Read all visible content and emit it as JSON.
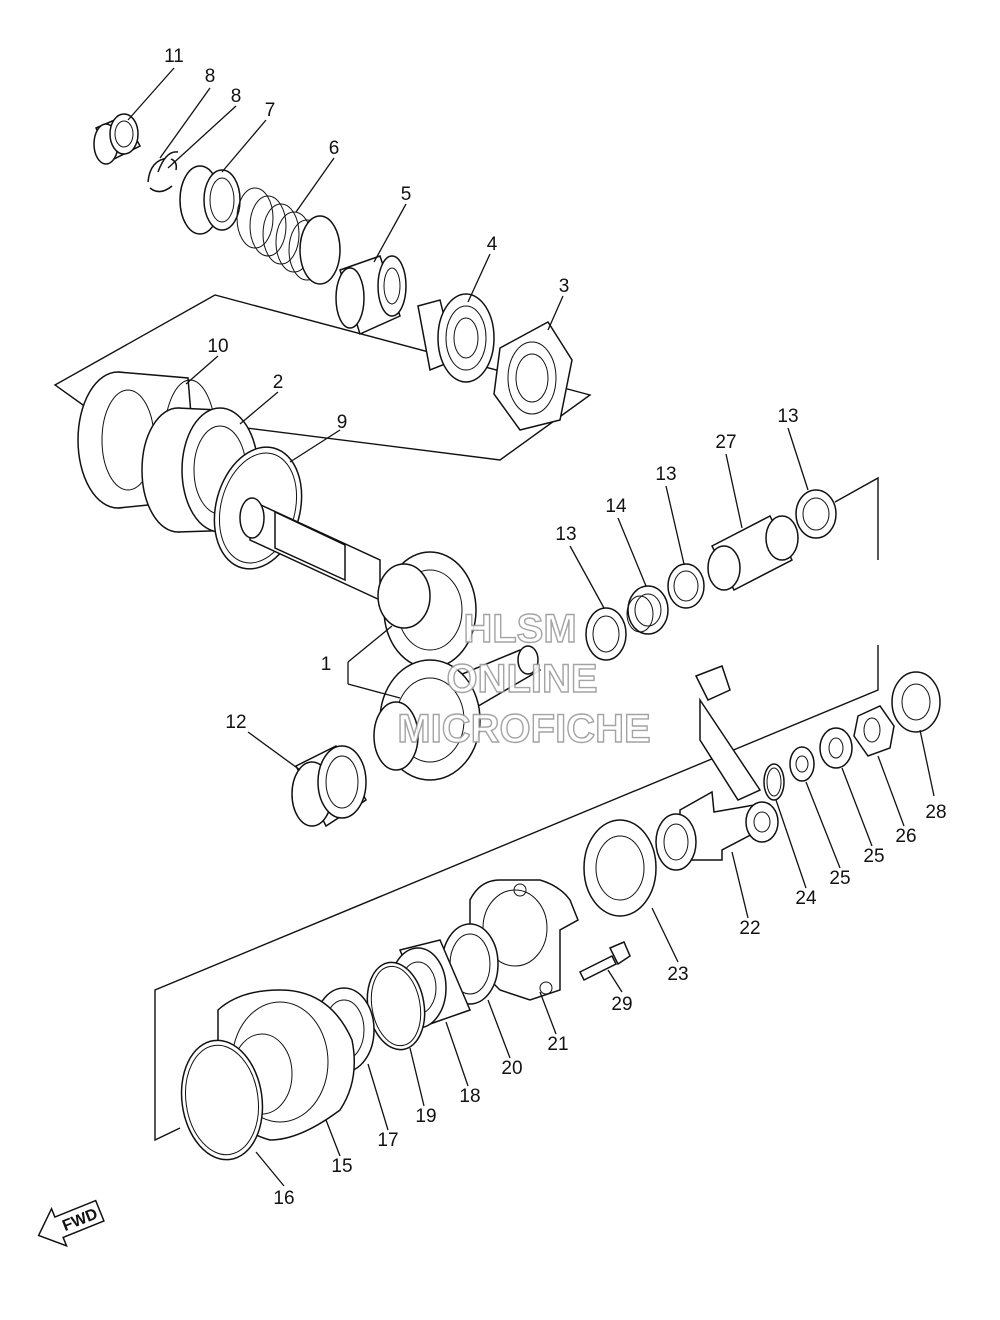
{
  "callouts": {
    "c1": "1",
    "c2": "2",
    "c3": "3",
    "c4": "4",
    "c5": "5",
    "c6": "6",
    "c7": "7",
    "c8a": "8",
    "c8b": "8",
    "c9": "9",
    "c10": "10",
    "c11": "11",
    "c12": "12",
    "c13a": "13",
    "c13b": "13",
    "c13c": "13",
    "c14": "14",
    "c15": "15",
    "c16": "16",
    "c17": "17",
    "c18": "18",
    "c19": "19",
    "c20": "20",
    "c21": "21",
    "c22": "22",
    "c23": "23",
    "c24": "24",
    "c25a": "25",
    "c25b": "25",
    "c26": "26",
    "c27": "27",
    "c28": "28",
    "c29": "29"
  },
  "watermark": {
    "line1": "HLSM",
    "line2": "ONLINE",
    "line3": "MICROFICHE"
  },
  "direction_marker": {
    "label": "FWD",
    "icon": "arrow-left-down-icon"
  }
}
